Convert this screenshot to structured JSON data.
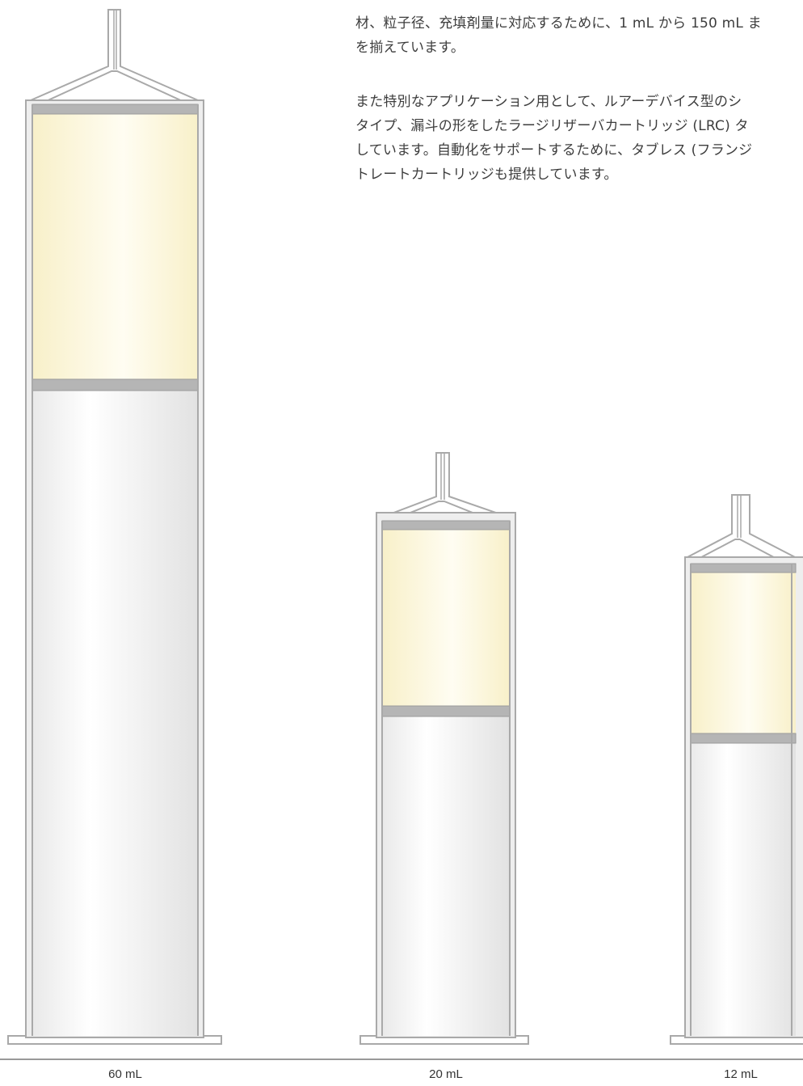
{
  "description": {
    "paragraph1": [
      "材、粒子径、充填剤量に対応するために、1 mL から 150 mL ま",
      "を揃えています。"
    ],
    "paragraph2": [
      "また特別なアプリケーション用として、ルアーデバイス型のシ",
      "タイプ、漏斗の形をしたラージリザーバカートリッジ (LRC) タ",
      "しています。自動化をサポートするために、タブレス (フランジ",
      "トレートカートリッジも提供しています。"
    ]
  },
  "cartridges": [
    {
      "label": "60 mL"
    },
    {
      "label": "20 mL"
    },
    {
      "label": "12 mL"
    }
  ],
  "colors": {
    "outline": "#a9a9a9",
    "frit": "#b5b5b5",
    "packing": "#fbf6df",
    "body": "#f2f2f2",
    "baseline": "#999999"
  }
}
